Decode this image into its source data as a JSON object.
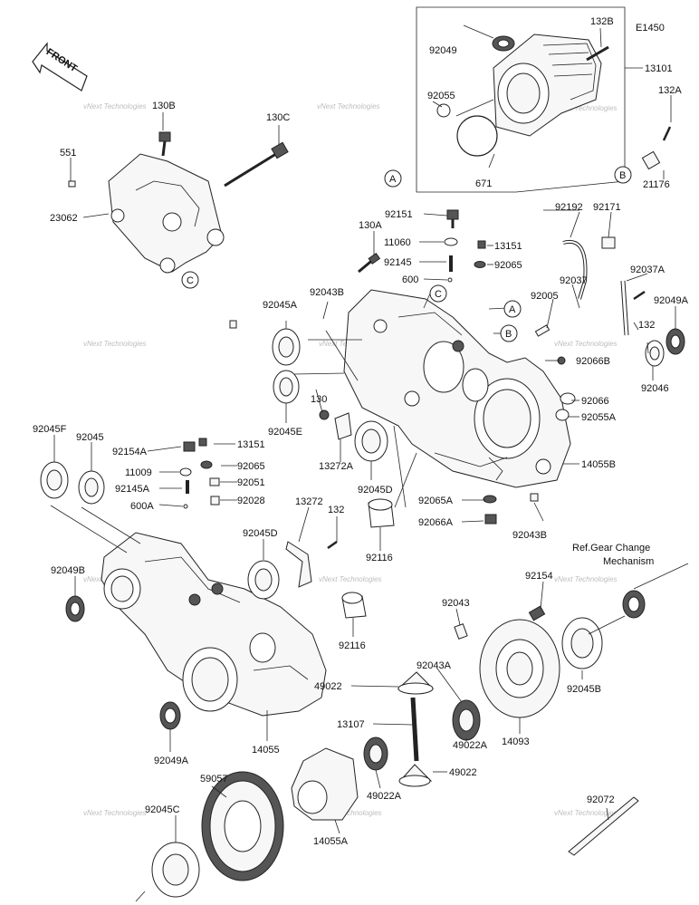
{
  "diagram_code": "E1450",
  "front_label": "FRONT",
  "watermark": "vNext Technologies",
  "callouts": [
    "A",
    "B",
    "C"
  ],
  "ref_note": [
    "Ref.Gear Change",
    "Mechanism"
  ],
  "labels": [
    "132B",
    "92049",
    "13101",
    "92055",
    "671",
    "132A",
    "21176",
    "130B",
    "130C",
    "551",
    "23062",
    "92151",
    "92192",
    "92171",
    "130A",
    "11060",
    "13151",
    "92145",
    "92065",
    "600",
    "92043B",
    "92005",
    "92037",
    "92037A",
    "92049A",
    "92045A",
    "132",
    "92066B",
    "92046",
    "92066",
    "92055A",
    "130",
    "92045E",
    "13272A",
    "92045D",
    "14055B",
    "92045F",
    "92045",
    "92154A",
    "13151",
    "11009",
    "92065",
    "92145A",
    "92051",
    "92028",
    "600A",
    "13272",
    "132",
    "92045D",
    "92065A",
    "92066A",
    "92043B",
    "92116",
    "92049B",
    "92154",
    "92043",
    "92116",
    "92045B",
    "92043A",
    "49022",
    "14093",
    "13107",
    "49022A",
    "59057",
    "49022",
    "92049A",
    "14055",
    "92045C",
    "14055A",
    "49022A",
    "92072"
  ],
  "icons": [
    "front-arrow-icon"
  ]
}
